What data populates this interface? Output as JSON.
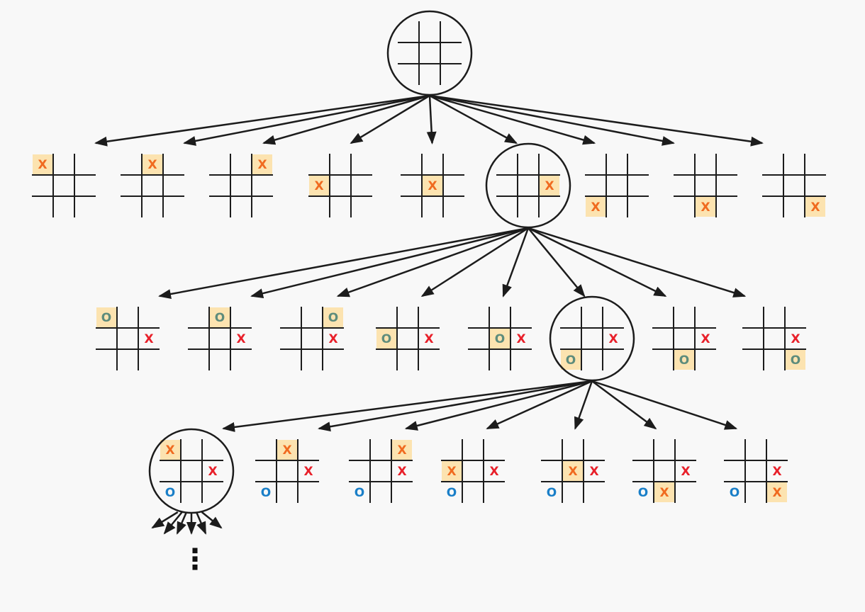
{
  "colors": {
    "background": "#f8f8f8",
    "line": "#1c1c1c",
    "highlight": "#fce3b0",
    "new_x": "#f06a1f",
    "old_x": "#e8202a",
    "new_o": "#5e8c7c",
    "old_o": "#1a7fc8"
  },
  "tree": {
    "root": {
      "cells": [
        "",
        "",
        "",
        "",
        "",
        "",
        "",
        "",
        ""
      ],
      "new": -1,
      "circled": true
    },
    "levels": [
      {
        "boards": [
          {
            "cells": [
              "X",
              "",
              "",
              "",
              "",
              "",
              "",
              "",
              ""
            ],
            "new": 0
          },
          {
            "cells": [
              "",
              "X",
              "",
              "",
              "",
              "",
              "",
              "",
              ""
            ],
            "new": 1
          },
          {
            "cells": [
              "",
              "",
              "X",
              "",
              "",
              "",
              "",
              "",
              ""
            ],
            "new": 2
          },
          {
            "cells": [
              "",
              "",
              "",
              "X",
              "",
              "",
              "",
              "",
              ""
            ],
            "new": 3
          },
          {
            "cells": [
              "",
              "",
              "",
              "",
              "X",
              "",
              "",
              "",
              ""
            ],
            "new": 4
          },
          {
            "cells": [
              "",
              "",
              "",
              "",
              "",
              "X",
              "",
              "",
              ""
            ],
            "new": 5,
            "circled": true
          },
          {
            "cells": [
              "",
              "",
              "",
              "",
              "",
              "",
              "X",
              "",
              ""
            ],
            "new": 6
          },
          {
            "cells": [
              "",
              "",
              "",
              "",
              "",
              "",
              "",
              "X",
              ""
            ],
            "new": 7
          },
          {
            "cells": [
              "",
              "",
              "",
              "",
              "",
              "",
              "",
              "",
              "X"
            ],
            "new": 8
          }
        ]
      },
      {
        "boards": [
          {
            "cells": [
              "O",
              "",
              "",
              "",
              "",
              "X",
              "",
              "",
              ""
            ],
            "new": 0
          },
          {
            "cells": [
              "",
              "O",
              "",
              "",
              "",
              "X",
              "",
              "",
              ""
            ],
            "new": 1
          },
          {
            "cells": [
              "",
              "",
              "O",
              "",
              "",
              "X",
              "",
              "",
              ""
            ],
            "new": 2
          },
          {
            "cells": [
              "",
              "",
              "",
              "O",
              "",
              "X",
              "",
              "",
              ""
            ],
            "new": 3
          },
          {
            "cells": [
              "",
              "",
              "",
              "",
              "O",
              "X",
              "",
              "",
              ""
            ],
            "new": 4
          },
          {
            "cells": [
              "",
              "",
              "",
              "",
              "",
              "X",
              "O",
              "",
              ""
            ],
            "new": 6,
            "circled": true
          },
          {
            "cells": [
              "",
              "",
              "",
              "",
              "",
              "X",
              "",
              "O",
              ""
            ],
            "new": 7
          },
          {
            "cells": [
              "",
              "",
              "",
              "",
              "",
              "X",
              "",
              "",
              "O"
            ],
            "new": 8
          }
        ]
      },
      {
        "boards": [
          {
            "cells": [
              "X",
              "",
              "",
              "",
              "",
              "X",
              "O",
              "",
              ""
            ],
            "new": 0,
            "circled": true,
            "expands": true
          },
          {
            "cells": [
              "",
              "X",
              "",
              "",
              "",
              "X",
              "O",
              "",
              ""
            ],
            "new": 1
          },
          {
            "cells": [
              "",
              "",
              "X",
              "",
              "",
              "X",
              "O",
              "",
              ""
            ],
            "new": 2
          },
          {
            "cells": [
              "",
              "",
              "",
              "X",
              "",
              "X",
              "O",
              "",
              ""
            ],
            "new": 3
          },
          {
            "cells": [
              "",
              "",
              "",
              "",
              "X",
              "X",
              "O",
              "",
              ""
            ],
            "new": 4
          },
          {
            "cells": [
              "",
              "",
              "",
              "",
              "",
              "X",
              "O",
              "X",
              ""
            ],
            "new": 7
          },
          {
            "cells": [
              "",
              "",
              "",
              "",
              "",
              "X",
              "O",
              "",
              "X"
            ],
            "new": 8
          }
        ]
      }
    ],
    "continuation": "⋮"
  }
}
